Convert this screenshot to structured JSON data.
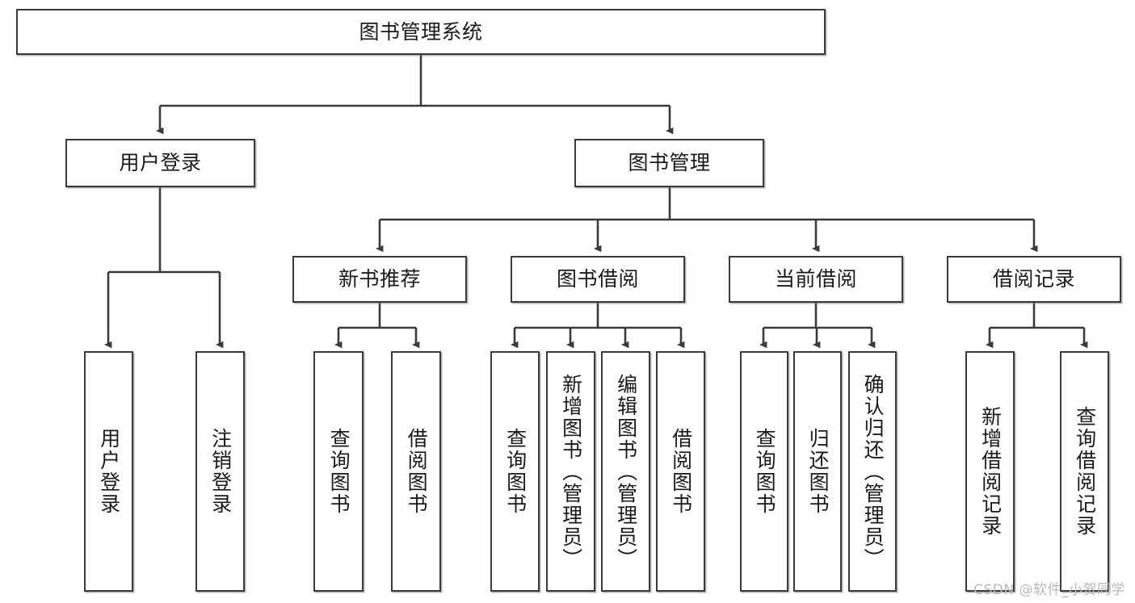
{
  "diagram": {
    "type": "tree",
    "title": "图书管理系统",
    "root": {
      "label": "图书管理系统"
    },
    "level2": [
      {
        "label": "用户登录"
      },
      {
        "label": "图书管理"
      }
    ],
    "level3": [
      {
        "label": "新书推荐"
      },
      {
        "label": "图书借阅"
      },
      {
        "label": "当前借阅"
      },
      {
        "label": "借阅记录"
      }
    ],
    "leaves_user_login": [
      {
        "label": "用户登录"
      },
      {
        "label": "注销登录"
      }
    ],
    "leaves_new_book": [
      {
        "label": "查询图书"
      },
      {
        "label": "借阅图书"
      }
    ],
    "leaves_borrow": [
      {
        "label": "查询图书"
      },
      {
        "label": "新增图书（管理员）"
      },
      {
        "label": "编辑图书（管理员）"
      },
      {
        "label": "借阅图书"
      }
    ],
    "leaves_current": [
      {
        "label": "查询图书"
      },
      {
        "label": "归还图书"
      },
      {
        "label": "确认归还（管理员）"
      }
    ],
    "leaves_records": [
      {
        "label": "新增借阅记录"
      },
      {
        "label": "查询借阅记录"
      }
    ]
  },
  "watermark": {
    "text": "CSDN @软件_小贺同学"
  },
  "colors": {
    "box_border": "#3a3a3a",
    "box_fill": "#ffffff",
    "text": "#1a1a1a",
    "line": "#3a3a3a",
    "watermark": "#b9b9b9"
  }
}
